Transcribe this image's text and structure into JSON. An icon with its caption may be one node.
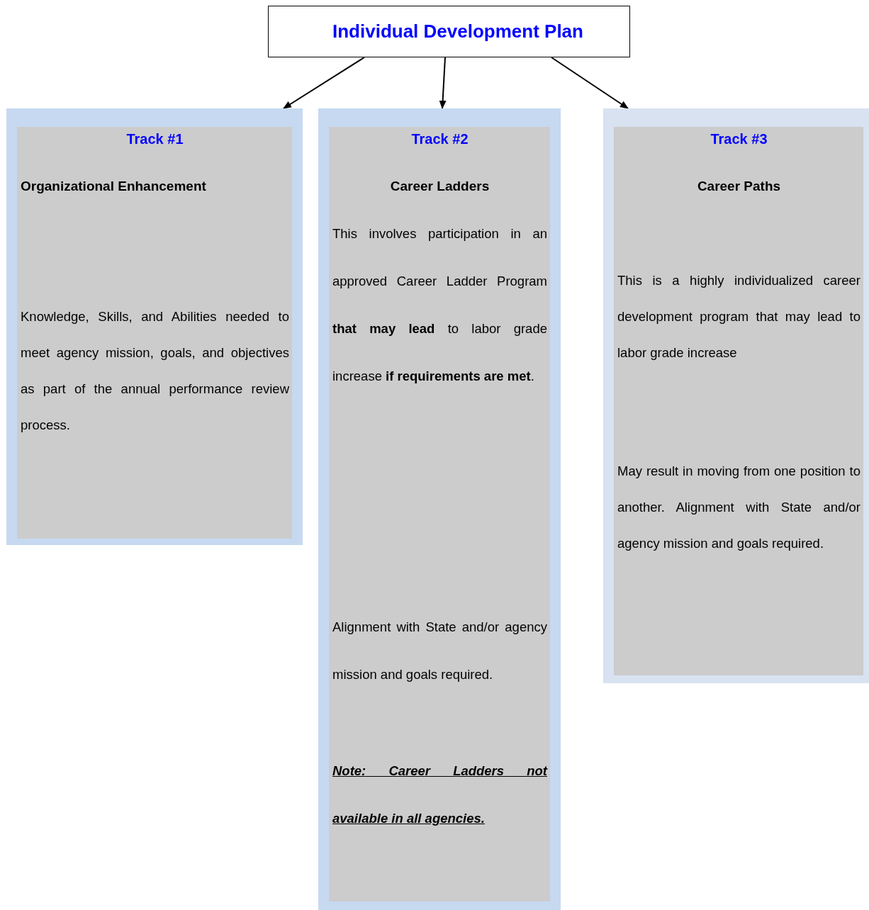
{
  "diagram": {
    "nodes": [
      {
        "text": [
          "Individual Development Plan"
        ]
      },
      {
        "text": [
          "Track #1",
          "Organizational Enhancement",
          "Knowledge, Skills, and Abilities needed to meet agency mission, goals, and objectives as part of the annual performance review process."
        ]
      },
      {
        "text": [
          "Track #2",
          "Career Ladders",
          "This involves participation in an approved Career Ladder Program **that may lead** to labor grade increase **if requirements are met**.",
          "Alignment with State and/or agency mission and goals required.",
          "Note: Career Ladders not available in all agencies."
        ]
      },
      {
        "text": [
          "Track #3",
          "Career Paths",
          "This is a highly individualized career development program that may lead to labor grade increase",
          "May result in moving from one position to another. Alignment with State and/or agency mission and goals required."
        ]
      }
    ],
    "edges": [
      {
        "from": 0,
        "to": 1,
        "arrow": "to"
      },
      {
        "from": 0,
        "to": 2,
        "arrow": "to"
      },
      {
        "from": 0,
        "to": 3,
        "arrow": "to"
      }
    ]
  }
}
